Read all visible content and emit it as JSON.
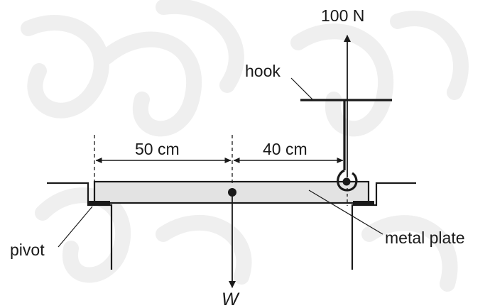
{
  "labels": {
    "force": "100 N",
    "hook": "hook",
    "dist_left": "50 cm",
    "dist_right": "40 cm",
    "pivot": "pivot",
    "plate": "metal plate",
    "weight": "W"
  },
  "colors": {
    "plate_fill": "#e3e3e3",
    "ink": "#1a1a1a",
    "watermark": "#efefef"
  }
}
